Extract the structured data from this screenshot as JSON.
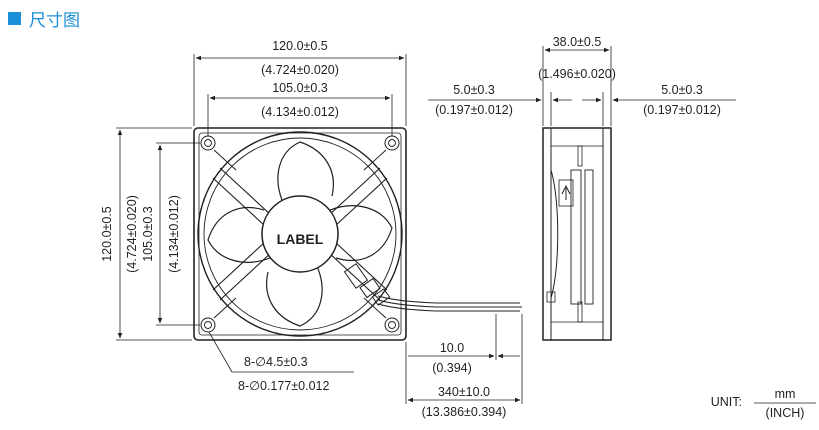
{
  "header": {
    "title": "尺寸图",
    "accent_color": "#1a8fd8",
    "icon": "square-icon"
  },
  "front_view": {
    "label": "LABEL",
    "overall_width": {
      "mm": "120.0±0.5",
      "inch": "(4.724±0.020)"
    },
    "hole_pitch_width": {
      "mm": "105.0±0.3",
      "inch": "(4.134±0.012)"
    },
    "overall_height": {
      "mm": "120.0±0.5",
      "inch": "(4.724±0.020)"
    },
    "hole_pitch_height": {
      "mm": "105.0±0.3",
      "inch": "(4.134±0.012)"
    },
    "mounting_holes": {
      "mm": "8-∅4.5±0.3",
      "inch": "8-∅0.177±0.012"
    }
  },
  "side_view": {
    "thickness": {
      "mm": "38.0±0.5",
      "inch": "(1.496±0.020)"
    },
    "flange_left": {
      "mm": "5.0±0.3",
      "inch": "(0.197±0.012)"
    },
    "flange_right": {
      "mm": "5.0±0.3",
      "inch": "(0.197±0.012)"
    }
  },
  "lead_wire": {
    "strip": {
      "mm": "10.0",
      "inch": "(0.394)"
    },
    "length": {
      "mm": "340±10.0",
      "inch": "(13.386±0.394)"
    }
  },
  "unit": {
    "label": "UNIT:",
    "top": "mm",
    "bottom": "(INCH)"
  }
}
